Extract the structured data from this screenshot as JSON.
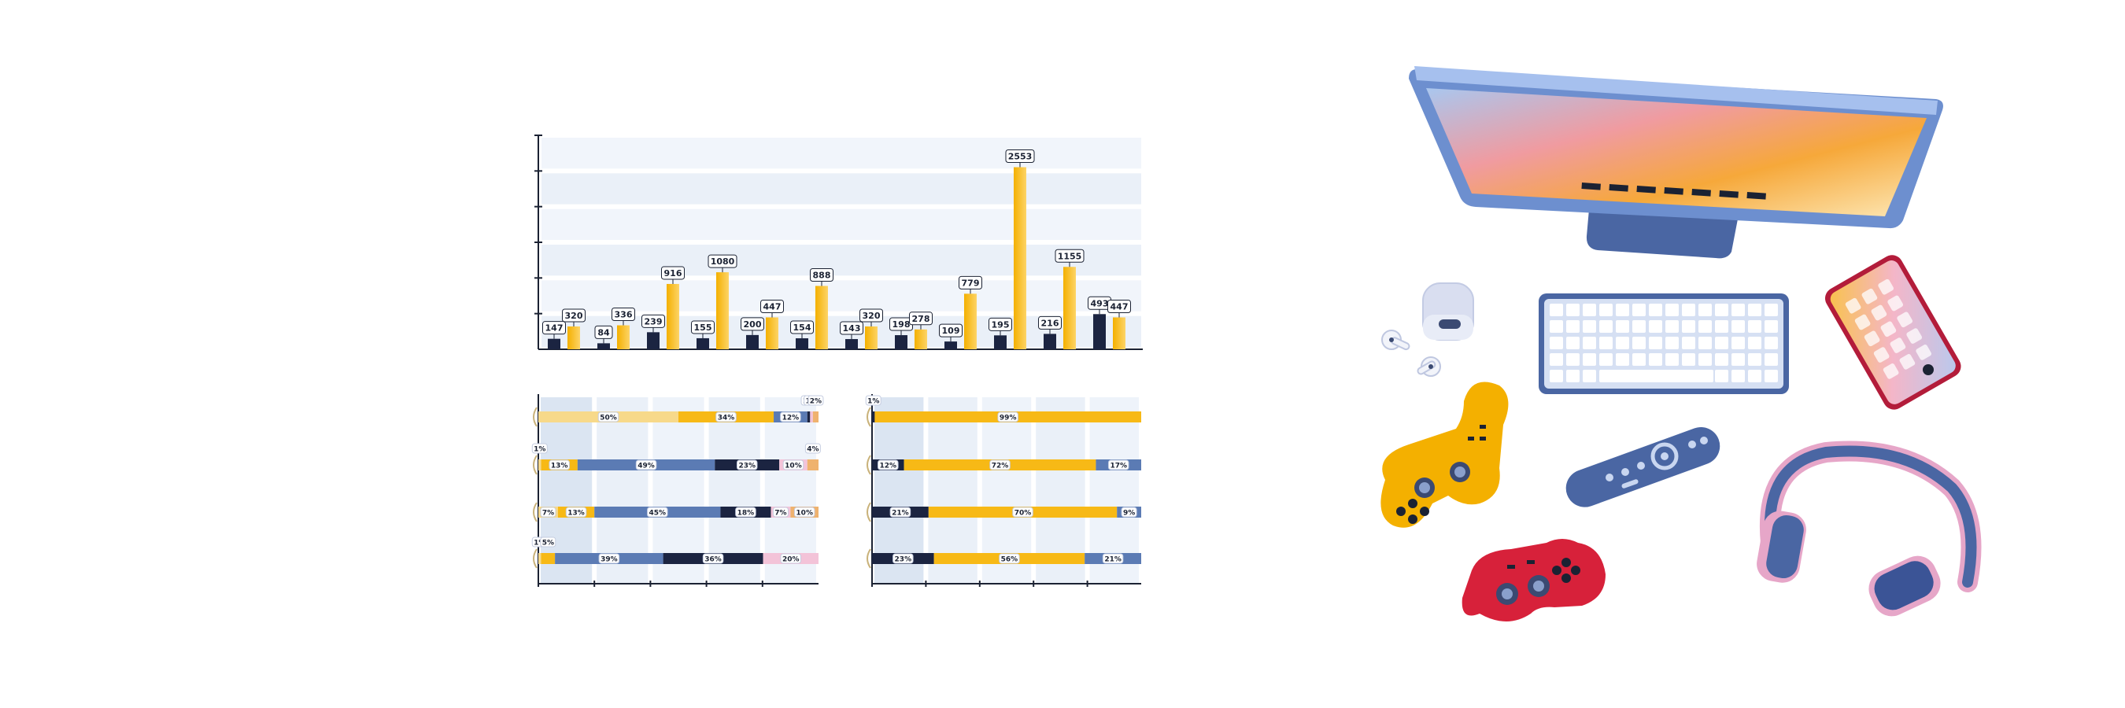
{
  "colors": {
    "navy": "#1b2441",
    "gold": "#f7b916",
    "gold_light": "#fdd467",
    "steel": "#5b7bb4",
    "light_gold": "#f7d98a",
    "pink": "#f3c3d8",
    "peach": "#efb26e",
    "panel": "#eaf0f8",
    "panel_dark": "#dbe5f2"
  },
  "icons": [
    "desktop-monitor-icon",
    "keyboard-icon",
    "earbuds-icon",
    "smartphone-icon",
    "gamepad-yellow-icon",
    "gamepad-red-icon",
    "tv-remote-icon",
    "headphones-icon"
  ],
  "chart_data": [
    {
      "type": "bar",
      "categories": [
        "",
        "",
        "",
        "",
        "",
        "",
        "",
        "",
        "",
        "",
        "",
        ""
      ],
      "series": [
        {
          "values": [
            147,
            84,
            239,
            155,
            200,
            154,
            143,
            198,
            109,
            195,
            216,
            493
          ]
        },
        {
          "values": [
            320,
            336,
            916,
            1080,
            447,
            888,
            320,
            278,
            779,
            2553,
            1155,
            447
          ]
        }
      ],
      "ylim": [
        0,
        3000
      ],
      "grid": true
    },
    {
      "type": "stacked-bar-horizontal",
      "rows": [
        {
          "segments": [
            {
              "value": 50,
              "label": "50%",
              "color": "light_gold"
            },
            {
              "value": 34,
              "label": "34%",
              "color": "gold"
            },
            {
              "value": 12,
              "label": "12%",
              "color": "steel"
            },
            {
              "value": 1,
              "label": "1%",
              "color": "navy"
            },
            {
              "value": 1,
              "label": "1%",
              "color": "pink"
            },
            {
              "value": 2,
              "label": "2%",
              "color": "peach"
            }
          ]
        },
        {
          "segments": [
            {
              "value": 1,
              "label": "1%",
              "color": "light_gold"
            },
            {
              "value": 13,
              "label": "13%",
              "color": "gold"
            },
            {
              "value": 49,
              "label": "49%",
              "color": "steel"
            },
            {
              "value": 23,
              "label": "23%",
              "color": "navy"
            },
            {
              "value": 10,
              "label": "10%",
              "color": "pink"
            },
            {
              "value": 4,
              "label": "4%",
              "color": "peach"
            }
          ]
        },
        {
          "segments": [
            {
              "value": 7,
              "label": "7%",
              "color": "light_gold"
            },
            {
              "value": 13,
              "label": "13%",
              "color": "gold"
            },
            {
              "value": 45,
              "label": "45%",
              "color": "steel"
            },
            {
              "value": 18,
              "label": "18%",
              "color": "navy"
            },
            {
              "value": 7,
              "label": "7%",
              "color": "pink"
            },
            {
              "value": 10,
              "label": "10%",
              "color": "peach"
            }
          ]
        },
        {
          "segments": [
            {
              "value": 1,
              "label": "1%",
              "color": "light_gold"
            },
            {
              "value": 5,
              "label": "5%",
              "color": "gold"
            },
            {
              "value": 39,
              "label": "39%",
              "color": "steel"
            },
            {
              "value": 36,
              "label": "36%",
              "color": "navy"
            },
            {
              "value": 20,
              "label": "20%",
              "color": "pink"
            }
          ]
        }
      ]
    },
    {
      "type": "stacked-bar-horizontal",
      "rows": [
        {
          "segments": [
            {
              "value": 1,
              "label": "1%",
              "color": "navy"
            },
            {
              "value": 99,
              "label": "99%",
              "color": "gold"
            }
          ]
        },
        {
          "segments": [
            {
              "value": 12,
              "label": "12%",
              "color": "navy"
            },
            {
              "value": 72,
              "label": "72%",
              "color": "gold"
            },
            {
              "value": 17,
              "label": "17%",
              "color": "steel"
            }
          ]
        },
        {
          "segments": [
            {
              "value": 21,
              "label": "21%",
              "color": "navy"
            },
            {
              "value": 70,
              "label": "70%",
              "color": "gold"
            },
            {
              "value": 9,
              "label": "9%",
              "color": "steel"
            }
          ]
        },
        {
          "segments": [
            {
              "value": 23,
              "label": "23%",
              "color": "navy"
            },
            {
              "value": 56,
              "label": "56%",
              "color": "gold"
            },
            {
              "value": 21,
              "label": "21%",
              "color": "steel"
            }
          ]
        }
      ]
    }
  ]
}
